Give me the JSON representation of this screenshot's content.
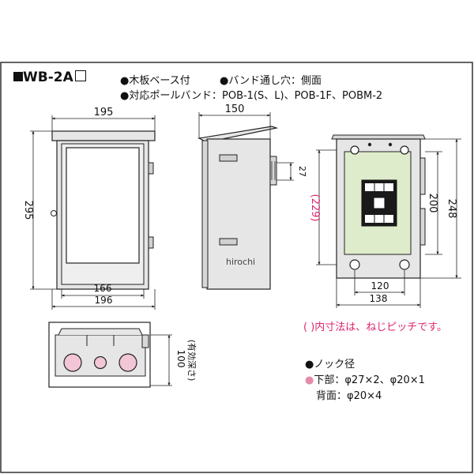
{
  "header": {
    "model": "WB-2A",
    "feature1": "木板ベース付",
    "feature2": "バンド通し穴：側面",
    "feature3": "対応ポールバンド：POB-1(S、L)、POB-1F、POBM-2"
  },
  "front_view": {
    "width_top": "195",
    "height": "295",
    "inner_width": "166",
    "outer_width": "196"
  },
  "side_view": {
    "depth": "150",
    "hole_pitch": "27"
  },
  "inner_view": {
    "screw_pitch_v": "(229)",
    "board_height": "200",
    "inner_height": "248",
    "screw_pitch_h": "120",
    "inner_width": "138"
  },
  "bottom_view": {
    "depth_label": "100",
    "depth_note": "(有効深さ)"
  },
  "notes": {
    "pitch_note": "( )内寸法は、ねじピッチです。",
    "knock_title": "ノック径",
    "bottom": "下部：φ27×2、φ20×1",
    "back": "背面：φ20×4"
  },
  "watermark": "hirochi",
  "colors": {
    "board_fill": "#dfeccc",
    "knock_fill": "#f2c6d6",
    "note_red": "#e0246e",
    "bullet_pink": "#e68aaa",
    "box_fill": "#e6e6e6",
    "line": "#222222"
  }
}
